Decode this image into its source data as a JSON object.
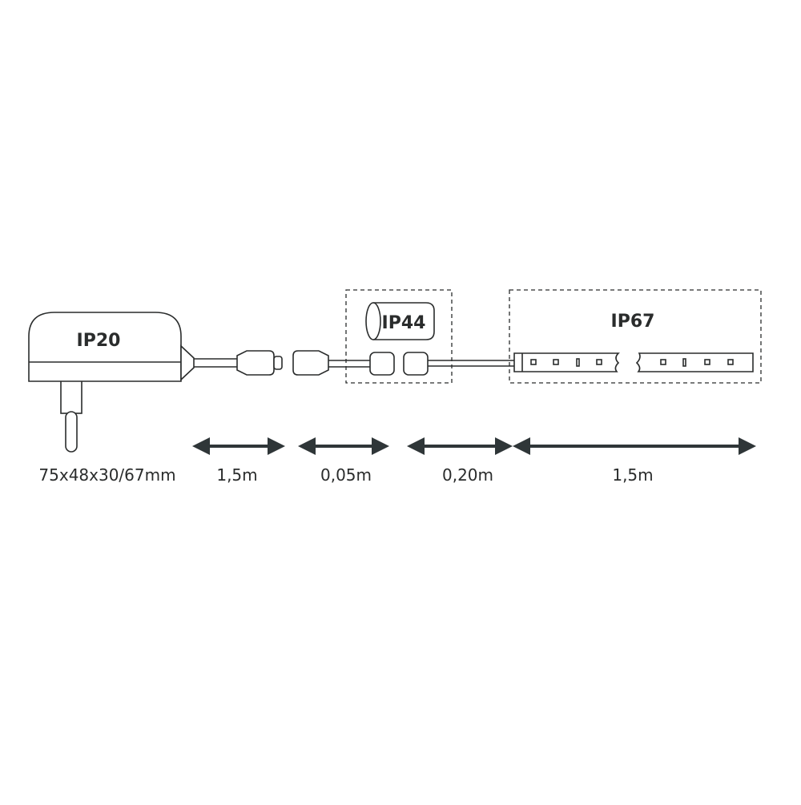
{
  "labels": {
    "adapter_protection": "IP20",
    "connector_protection": "IP44",
    "strip_protection": "IP67"
  },
  "dimensions": {
    "adapter_size": "75x48x30/67mm",
    "adapter_cable": "1,5m",
    "connector_segment": "0,05m",
    "lead_cable": "0,20m",
    "strip_length": "1,5m"
  },
  "colors": {
    "line": "#2a2c2c",
    "arrow": "#2f3638",
    "background": "#ffffff"
  }
}
